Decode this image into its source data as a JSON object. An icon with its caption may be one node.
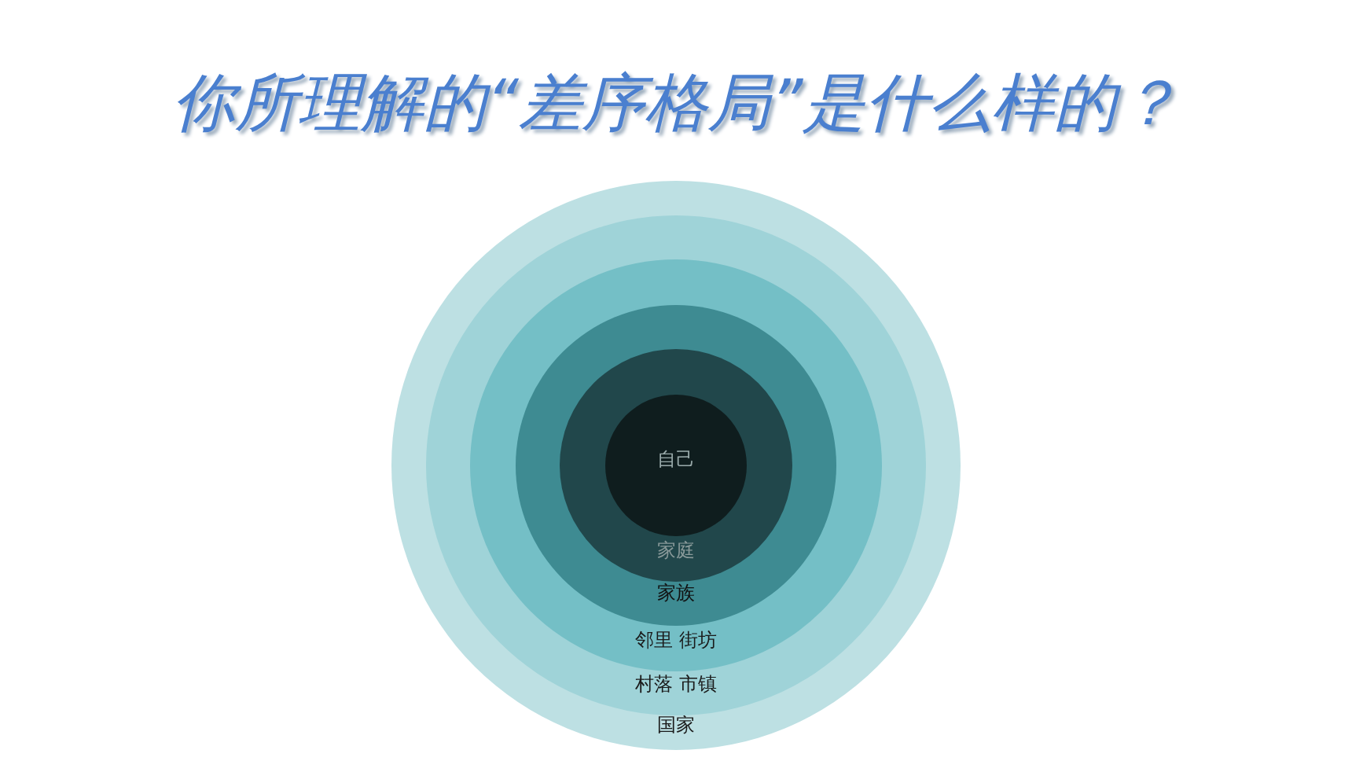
{
  "diagram": {
    "title": "你所理解的“差序格局”是什么样的？",
    "nodes": [
      {
        "text": [
          "国家"
        ]
      },
      {
        "text": [
          "村落 市镇"
        ],
        "in": 0
      },
      {
        "text": [
          "邻里 街坊"
        ],
        "in": 1
      },
      {
        "text": [
          "家族"
        ],
        "in": 2
      },
      {
        "text": [
          "家庭"
        ],
        "in": 3
      },
      {
        "text": [
          "自己"
        ],
        "in": 4
      }
    ]
  }
}
